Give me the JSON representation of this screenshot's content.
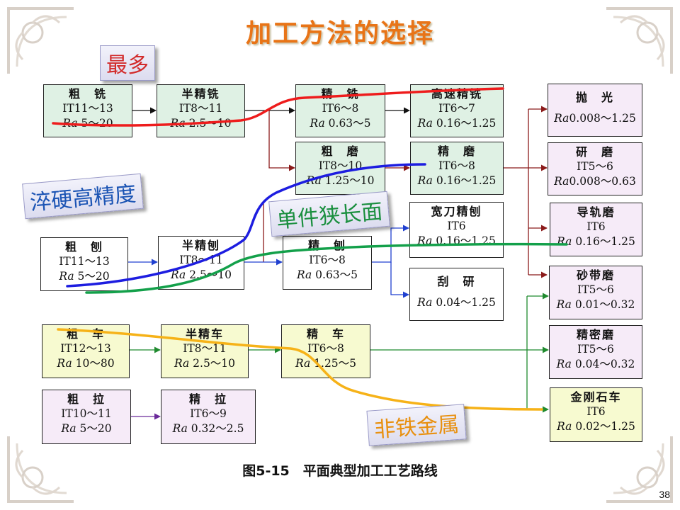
{
  "slide": {
    "title": "加工方法的选择",
    "caption": "图5-15　平面典型加工工艺路线",
    "page_number": "38"
  },
  "colors": {
    "title": "#e87417",
    "red_path": "#ee1c1c",
    "blue_path": "#1d1de0",
    "green_path": "#13a04a",
    "orange_path": "#f6b218",
    "arrow_black": "#111111",
    "arrow_darkred": "#8b1a1a",
    "arrow_blue": "#2040d0",
    "arrow_green": "#1f8a2e",
    "arrow_purple": "#6a2a9a"
  },
  "nodes": {
    "mill_rough": {
      "name": "粗　铣",
      "it": "IT11～13",
      "ra_label": "Ra",
      "ra": " 5～20"
    },
    "mill_semi": {
      "name": "半精铣",
      "it": "IT8～11",
      "ra_label": "Ra",
      "ra": " 2.5～10"
    },
    "mill_fine": {
      "name": "精　铣",
      "it": "IT6～8",
      "ra_label": "Ra",
      "ra": " 0.63～5"
    },
    "mill_hs": {
      "name": "高速精铣",
      "it": "IT6～7",
      "ra_label": "Ra",
      "ra": " 0.16～1.25"
    },
    "grind_rough": {
      "name": "粗　磨",
      "it": "IT8～10",
      "ra_label": "Ra",
      "ra": " 1.25～10"
    },
    "grind_fine": {
      "name": "精　磨",
      "it": "IT6～8",
      "ra_label": "Ra",
      "ra": " 0.16～1.25"
    },
    "plane_rough": {
      "name": "粗　刨",
      "it": "IT11～13",
      "ra_label": "Ra",
      "ra": " 5～20"
    },
    "plane_semi": {
      "name": "半精刨",
      "it": "IT8～11",
      "ra_label": "Ra",
      "ra": " 2.5～10"
    },
    "plane_fine": {
      "name": "精　刨",
      "it": "IT6～8",
      "ra_label": "Ra",
      "ra": " 0.63～5"
    },
    "wide_plane": {
      "name": "宽刀精刨",
      "it": "IT6",
      "ra_label": "Ra",
      "ra": " 0.16～1.25"
    },
    "scrape": {
      "name": "刮　研",
      "ra_label": "Ra",
      "ra": " 0.04～1.25"
    },
    "turn_rough": {
      "name": "粗　车",
      "it": "IT12～13",
      "ra_label": "Ra",
      "ra": " 10～80"
    },
    "turn_semi": {
      "name": "半精车",
      "it": "IT8～11",
      "ra_label": "Ra",
      "ra": " 2.5～10"
    },
    "turn_fine": {
      "name": "精　车",
      "it": "IT6～8",
      "ra_label": "Ra",
      "ra": " 1.25～5"
    },
    "broach_rough": {
      "name": "粗　拉",
      "it": "IT10～11",
      "ra_label": "Ra",
      "ra": " 5～20"
    },
    "broach_fine": {
      "name": "精　拉",
      "it": "IT6～9",
      "ra_label": "Ra",
      "ra": " 0.32～2.5"
    },
    "polish": {
      "name": "抛　光",
      "ra_label": "Ra",
      "ra": "0.008～1.25"
    },
    "lap": {
      "name": "研　磨",
      "it": "IT5～6",
      "ra_label": "Ra",
      "ra": "0.008～0.63"
    },
    "guide_grind": {
      "name": "导轨磨",
      "it": "IT6",
      "ra_label": "Ra",
      "ra": " 0.16～1.25"
    },
    "belt_grind": {
      "name": "砂带磨",
      "it": "IT5～6",
      "ra_label": "Ra",
      "ra": " 0.01～0.32"
    },
    "prec_grind": {
      "name": "精密磨",
      "it": "IT5～6",
      "ra_label": "Ra",
      "ra": " 0.04～0.32"
    },
    "diamond_turn": {
      "name": "金刚石车",
      "it": "IT6",
      "ra_label": "Ra",
      "ra": " 0.02～1.25"
    }
  },
  "annotations": {
    "most": "最多",
    "hardened": "淬硬高精度",
    "single_long": "单件狭长面",
    "nonferrous": "非铁金属"
  }
}
